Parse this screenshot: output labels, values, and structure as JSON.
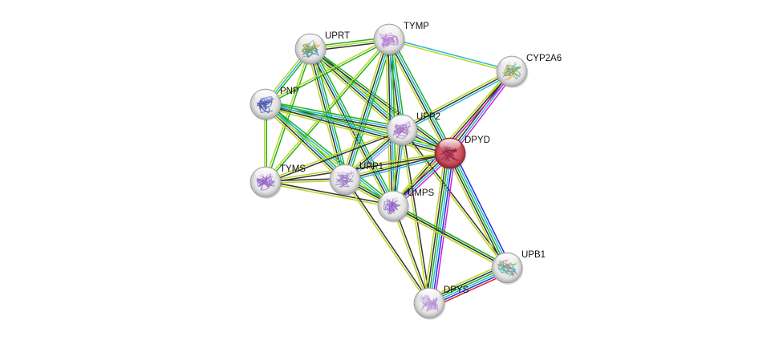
{
  "title": "STRING protein interaction network",
  "query_node": "DPYD",
  "colors": {
    "query_node": "#c84a55",
    "node": "#e6e6e6",
    "edge_evidence": {
      "known_curated": "#2ab8d8",
      "known_experimental": "#d020d8",
      "gene_neighborhood": "#20b020",
      "gene_fusion": "#e02020",
      "gene_cooccurrence": "#2030e0",
      "textmining": "#b8d820",
      "coexpression": "#333333",
      "homology": "#a8a0f0"
    }
  },
  "nodes": [
    {
      "id": "UPRT",
      "label": "UPRT",
      "query": false
    },
    {
      "id": "TYMP",
      "label": "TYMP",
      "query": false
    },
    {
      "id": "CYP2A6",
      "label": "CYP2A6",
      "query": false
    },
    {
      "id": "PNP",
      "label": "PNP",
      "query": false
    },
    {
      "id": "UPP2",
      "label": "UPP2",
      "query": false
    },
    {
      "id": "DPYD",
      "label": "DPYD",
      "query": true
    },
    {
      "id": "TYMS",
      "label": "TYMS",
      "query": false
    },
    {
      "id": "UPP1",
      "label": "UPP1",
      "query": false
    },
    {
      "id": "UMPS",
      "label": "UMPS",
      "query": false
    },
    {
      "id": "UPB1",
      "label": "UPB1",
      "query": false
    },
    {
      "id": "DPYS",
      "label": "DPYS",
      "query": false
    }
  ],
  "edges": [
    {
      "source": "UPRT",
      "target": "TYMP",
      "evidence": [
        "gene_neighborhood",
        "textmining",
        "coexpression"
      ]
    },
    {
      "source": "UPRT",
      "target": "PNP",
      "evidence": [
        "gene_neighborhood",
        "known_curated",
        "textmining"
      ]
    },
    {
      "source": "UPRT",
      "target": "UPP2",
      "evidence": [
        "gene_neighborhood",
        "known_curated",
        "coexpression",
        "textmining"
      ]
    },
    {
      "source": "UPRT",
      "target": "DPYD",
      "evidence": [
        "gene_neighborhood",
        "coexpression",
        "textmining"
      ]
    },
    {
      "source": "UPRT",
      "target": "UPP1",
      "evidence": [
        "gene_neighborhood",
        "known_curated",
        "coexpression",
        "textmining"
      ]
    },
    {
      "source": "UPRT",
      "target": "UMPS",
      "evidence": [
        "gene_neighborhood",
        "known_curated",
        "coexpression",
        "textmining"
      ]
    },
    {
      "source": "UPRT",
      "target": "TYMS",
      "evidence": [
        "gene_neighborhood",
        "textmining"
      ]
    },
    {
      "source": "TYMP",
      "target": "CYP2A6",
      "evidence": [
        "known_curated",
        "textmining"
      ]
    },
    {
      "source": "TYMP",
      "target": "PNP",
      "evidence": [
        "gene_neighborhood",
        "textmining"
      ]
    },
    {
      "source": "TYMP",
      "target": "UPP2",
      "evidence": [
        "gene_neighborhood",
        "known_curated",
        "coexpression",
        "textmining"
      ]
    },
    {
      "source": "TYMP",
      "target": "DPYD",
      "evidence": [
        "gene_neighborhood",
        "known_curated",
        "coexpression",
        "textmining"
      ]
    },
    {
      "source": "TYMP",
      "target": "UPP1",
      "evidence": [
        "gene_neighborhood",
        "known_curated",
        "coexpression",
        "textmining"
      ]
    },
    {
      "source": "TYMP",
      "target": "UMPS",
      "evidence": [
        "gene_neighborhood",
        "known_curated",
        "coexpression",
        "textmining"
      ]
    },
    {
      "source": "TYMP",
      "target": "TYMS",
      "evidence": [
        "gene_neighborhood",
        "textmining"
      ]
    },
    {
      "source": "CYP2A6",
      "target": "UPP2",
      "evidence": [
        "known_curated",
        "coexpression",
        "textmining"
      ]
    },
    {
      "source": "CYP2A6",
      "target": "DPYD",
      "evidence": [
        "known_experimental",
        "known_curated",
        "coexpression",
        "textmining"
      ]
    },
    {
      "source": "CYP2A6",
      "target": "UMPS",
      "evidence": [
        "known_experimental",
        "coexpression",
        "textmining"
      ]
    },
    {
      "source": "PNP",
      "target": "UPP2",
      "evidence": [
        "gene_neighborhood",
        "known_curated",
        "coexpression",
        "textmining"
      ]
    },
    {
      "source": "PNP",
      "target": "DPYD",
      "evidence": [
        "gene_neighborhood",
        "known_curated",
        "coexpression",
        "textmining"
      ]
    },
    {
      "source": "PNP",
      "target": "TYMS",
      "evidence": [
        "gene_neighborhood",
        "textmining"
      ]
    },
    {
      "source": "PNP",
      "target": "UPP1",
      "evidence": [
        "gene_neighborhood",
        "known_curated",
        "coexpression",
        "textmining"
      ]
    },
    {
      "source": "PNP",
      "target": "UMPS",
      "evidence": [
        "gene_neighborhood",
        "known_curated",
        "textmining"
      ]
    },
    {
      "source": "UPP2",
      "target": "DPYD",
      "evidence": [
        "known_curated",
        "coexpression",
        "textmining"
      ]
    },
    {
      "source": "UPP2",
      "target": "UPP1",
      "evidence": [
        "homology",
        "known_curated",
        "coexpression",
        "textmining"
      ]
    },
    {
      "source": "UPP2",
      "target": "UMPS",
      "evidence": [
        "known_curated",
        "coexpression",
        "textmining"
      ]
    },
    {
      "source": "UPP2",
      "target": "TYMS",
      "evidence": [
        "coexpression",
        "textmining"
      ]
    },
    {
      "source": "UPP2",
      "target": "DPYS",
      "evidence": [
        "coexpression",
        "textmining"
      ]
    },
    {
      "source": "UPP2",
      "target": "UPB1",
      "evidence": [
        "coexpression",
        "textmining"
      ]
    },
    {
      "source": "DPYD",
      "target": "UPP1",
      "evidence": [
        "known_curated",
        "coexpression",
        "textmining"
      ]
    },
    {
      "source": "DPYD",
      "target": "UMPS",
      "evidence": [
        "known_experimental",
        "known_curated",
        "coexpression",
        "textmining"
      ]
    },
    {
      "source": "DPYD",
      "target": "TYMS",
      "evidence": [
        "coexpression",
        "textmining"
      ]
    },
    {
      "source": "DPYD",
      "target": "UPB1",
      "evidence": [
        "gene_cooccurrence",
        "known_curated",
        "gene_neighborhood",
        "coexpression",
        "textmining"
      ]
    },
    {
      "source": "DPYD",
      "target": "DPYS",
      "evidence": [
        "known_experimental",
        "gene_cooccurrence",
        "known_curated",
        "gene_neighborhood",
        "coexpression",
        "textmining"
      ]
    },
    {
      "source": "TYMS",
      "target": "UPP1",
      "evidence": [
        "coexpression",
        "textmining"
      ]
    },
    {
      "source": "TYMS",
      "target": "UMPS",
      "evidence": [
        "coexpression",
        "textmining"
      ]
    },
    {
      "source": "UPP1",
      "target": "UMPS",
      "evidence": [
        "known_curated",
        "coexpression",
        "textmining"
      ]
    },
    {
      "source": "UPP1",
      "target": "UPB1",
      "evidence": [
        "gene_neighborhood",
        "coexpression",
        "textmining"
      ]
    },
    {
      "source": "UPP1",
      "target": "DPYS",
      "evidence": [
        "coexpression",
        "textmining"
      ]
    },
    {
      "source": "UMPS",
      "target": "UPB1",
      "evidence": [
        "gene_neighborhood",
        "coexpression",
        "textmining"
      ]
    },
    {
      "source": "UMPS",
      "target": "DPYS",
      "evidence": [
        "coexpression",
        "textmining"
      ]
    },
    {
      "source": "UPB1",
      "target": "DPYS",
      "evidence": [
        "gene_fusion",
        "gene_cooccurrence",
        "known_curated",
        "gene_neighborhood",
        "coexpression",
        "textmining"
      ]
    }
  ]
}
